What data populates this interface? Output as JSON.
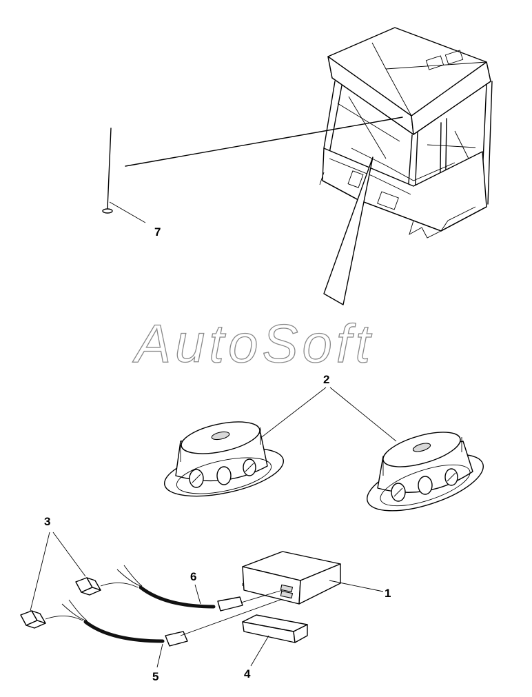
{
  "watermark": "AutoSoft",
  "callouts": {
    "c1": "1",
    "c2": "2",
    "c3": "3",
    "c4": "4",
    "c5": "5",
    "c6": "6",
    "c7": "7"
  }
}
